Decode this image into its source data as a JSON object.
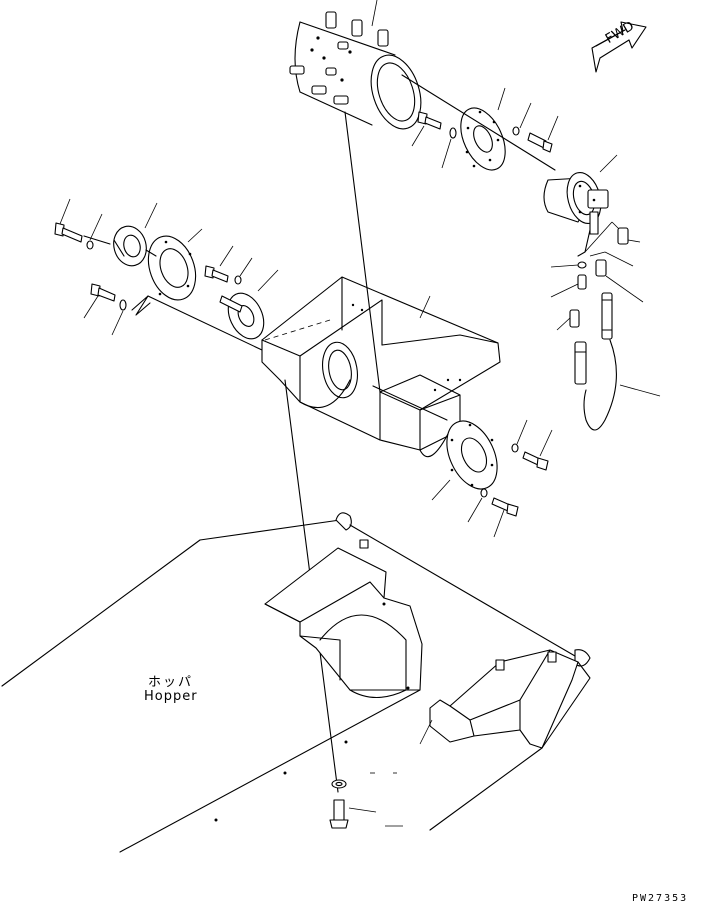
{
  "labels": {
    "hopper_jp": "ホッパ",
    "hopper_en": "Hopper",
    "direction": "FWD",
    "drawing_code": "PW27353"
  }
}
